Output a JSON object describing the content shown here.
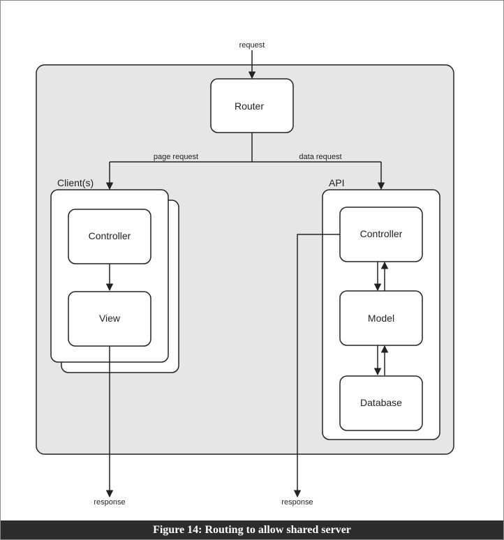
{
  "labels": {
    "request": "request",
    "page_request": "page request",
    "data_request": "data request",
    "response_client": "response",
    "response_api": "response"
  },
  "groups": {
    "clients": "Client(s)",
    "api": "API"
  },
  "nodes": {
    "router": "Router",
    "client_controller": "Controller",
    "view": "View",
    "api_controller": "Controller",
    "model": "Model",
    "database": "Database"
  },
  "caption": "Figure 14: Routing to allow shared server",
  "colors": {
    "server_fill": "#e6e6e6",
    "stroke": "#222222",
    "caption_bg": "#2d2d2d"
  }
}
